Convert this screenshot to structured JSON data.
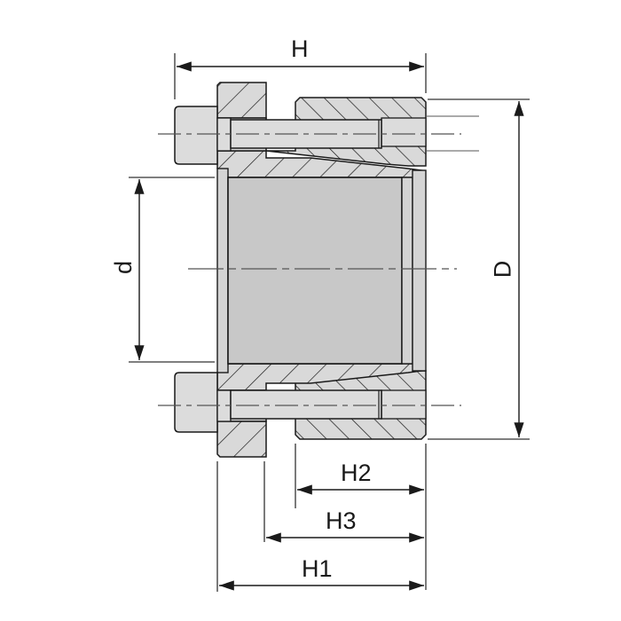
{
  "drawing": {
    "title": "Locking assembly cross-section dimension drawing",
    "colors": {
      "line": "#1a1a1a",
      "fill_part": "#d9d9d9",
      "fill_bore": "#c8c8c8",
      "dim_line": "#333333",
      "center_line": "#555555"
    }
  },
  "dimensions": {
    "H": "H",
    "d": "d",
    "D": "D",
    "H1": "H1",
    "H2": "H2",
    "H3": "H3"
  }
}
